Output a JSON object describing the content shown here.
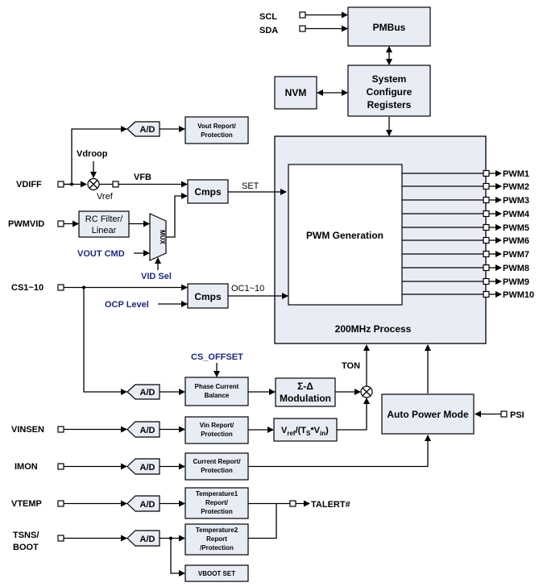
{
  "pins": {
    "scl": "SCL",
    "sda": "SDA",
    "vdiff": "VDIFF",
    "pwmvid": "PWMVID",
    "cs": "CS1~10",
    "vinsen": "VINSEN",
    "imon": "IMON",
    "vtemp": "VTEMP",
    "tsns": "TSNS/",
    "boot": "BOOT",
    "psi": "PSI",
    "talert": "TALERT#"
  },
  "signals": {
    "vdroop": "Vdroop",
    "vref": "Vref",
    "vfb": "VFB",
    "set": "SET",
    "vout_cmd": "VOUT CMD",
    "vid_sel": "VID Sel",
    "oc": "OC1~10",
    "ocp_level": "OCP Level",
    "cs_offset": "CS_OFFSET",
    "ton": "TON"
  },
  "blocks": {
    "pmbus": "PMBus",
    "nvm": "NVM",
    "sys_cfg": [
      "System",
      "Configure",
      "Registers"
    ],
    "ad": "A/D",
    "vout_report": [
      "Vout Report/",
      "Protection"
    ],
    "rc_filter": [
      "RC Filter/",
      "Linear"
    ],
    "mux": "MUX",
    "cmps": "Cmps",
    "pwm_gen": "PWM Generation",
    "process": "200MHz Process",
    "phase_balance": [
      "Phase Current",
      "Balance"
    ],
    "sigma_delta": [
      "Σ-Δ",
      "Modulation"
    ],
    "vin_report": [
      "Vin Report/",
      "Protection"
    ],
    "vref_ts": "V",
    "vref_ts_sub": "ref",
    "vref_ts_mid": "/(T",
    "vref_ts_sub2": "S",
    "vref_ts_mid2": "*V",
    "vref_ts_sub3": "in",
    "vref_ts_end": ")",
    "current_report": [
      "Current Report/",
      "Protection"
    ],
    "temp1": [
      "Temperature1",
      "Report/",
      "Protection"
    ],
    "temp2": [
      "Temperature2",
      "Report",
      "/Protection"
    ],
    "vboot_set": "VBOOT SET",
    "auto_power": "Auto Power Mode"
  },
  "pwm_outputs": [
    "PWM1",
    "PWM2",
    "PWM3",
    "PWM4",
    "PWM5",
    "PWM6",
    "PWM7",
    "PWM8",
    "PWM9",
    "PWM10"
  ],
  "colors": {
    "block_fill": "#e8ecf5",
    "blue_label": "#1a2a80"
  }
}
